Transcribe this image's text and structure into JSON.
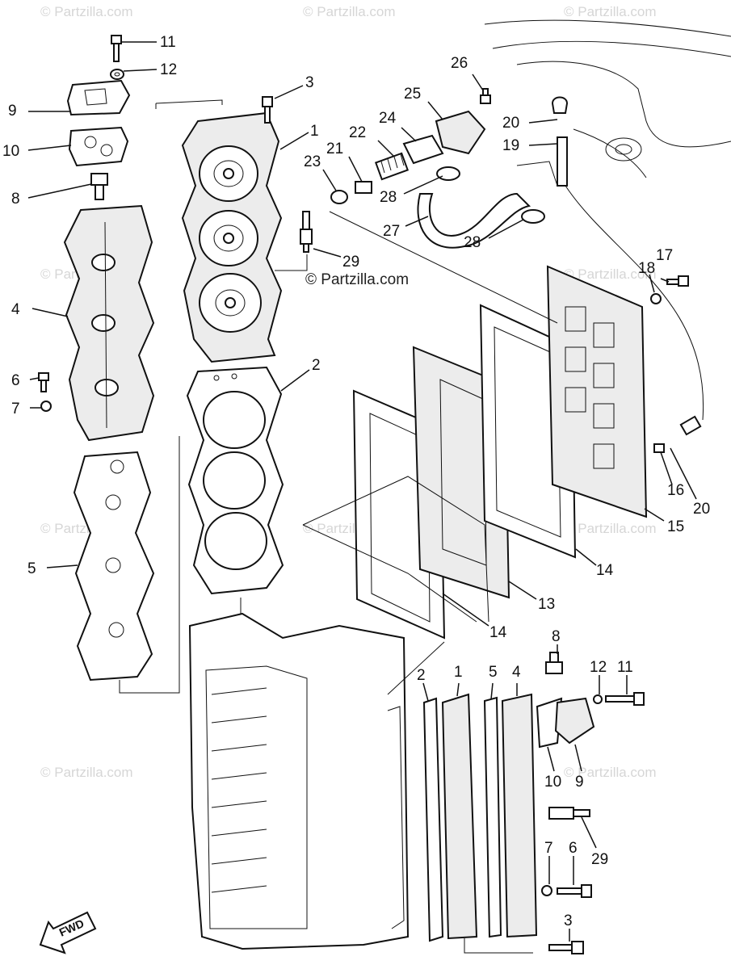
{
  "watermark": "© Partzilla.com",
  "fwd_label": "FWD",
  "callouts": {
    "c11a": "11",
    "c12a": "12",
    "c3a": "3",
    "c9a": "9",
    "c10a": "10",
    "c1a": "1",
    "c26": "26",
    "c25": "25",
    "c24": "24",
    "c22": "22",
    "c21": "21",
    "c23": "23",
    "c20a": "20",
    "c19": "19",
    "c8a": "8",
    "c28a": "28",
    "c27": "27",
    "c28b": "28",
    "c29a": "29",
    "c17": "17",
    "c18": "18",
    "c4a": "4",
    "c6a": "6",
    "c7a": "7",
    "c2a": "2",
    "c16": "16",
    "c20b": "20",
    "c15": "15",
    "c14a": "14",
    "c5a": "5",
    "c13": "13",
    "c14b": "14",
    "c8b": "8",
    "c12b": "12",
    "c11b": "11",
    "c2b": "2",
    "c1b": "1",
    "c5b": "5",
    "c4b": "4",
    "c10b": "10",
    "c9b": "9",
    "c29b": "29",
    "c7b": "7",
    "c6b": "6",
    "c3b": "3"
  }
}
